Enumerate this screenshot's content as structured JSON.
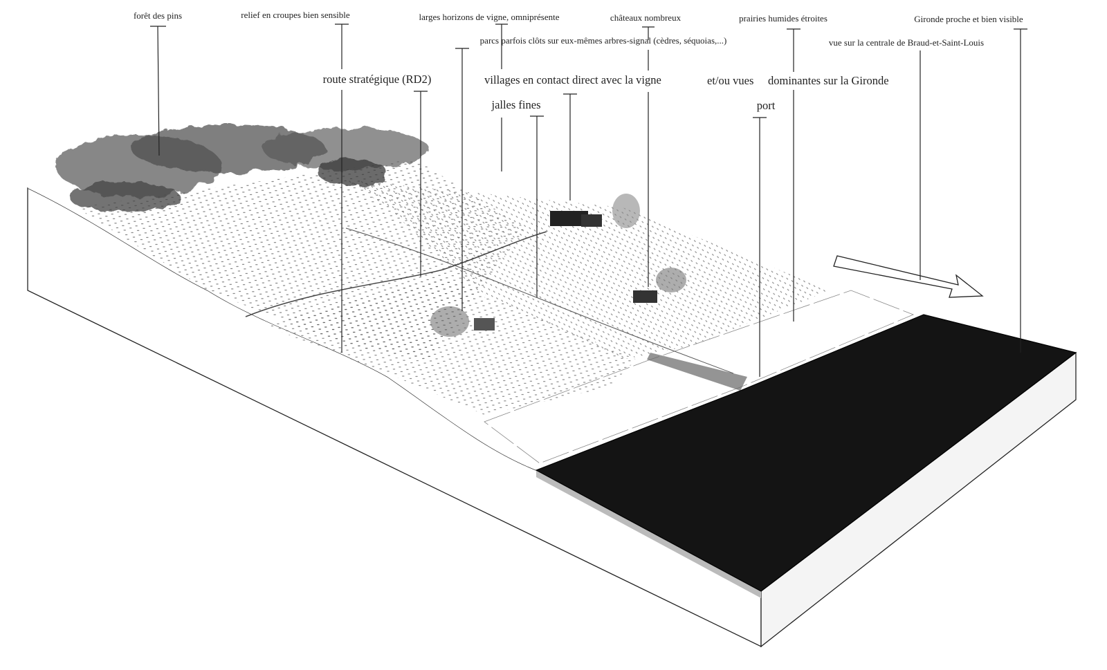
{
  "labels": {
    "foret": "forêt des pins",
    "relief": "relief en croupes bien sensible",
    "horizons": "larges horizons de vigne, omniprésente",
    "chateaux": "châteaux nombreux",
    "parcs": "parcs parfois clôts sur eux-mêmes arbres-signal (cèdres, séquoias,...)",
    "route": "route stratégique (RD2)",
    "villages": "villages en contact direct avec la vigne",
    "jalles": "jalles fines",
    "vues_a": "et/ou vues",
    "vues_b": "dominantes sur la Gironde",
    "prairies": "prairies humides étroites",
    "port": "port",
    "gironde": "Gironde proche et bien visible",
    "centrale": "vue sur la centrale de Braud-et-Saint-Louis"
  },
  "colors": {
    "ink": "#222222",
    "water": "#141414",
    "forest": "#4a4a4a"
  }
}
